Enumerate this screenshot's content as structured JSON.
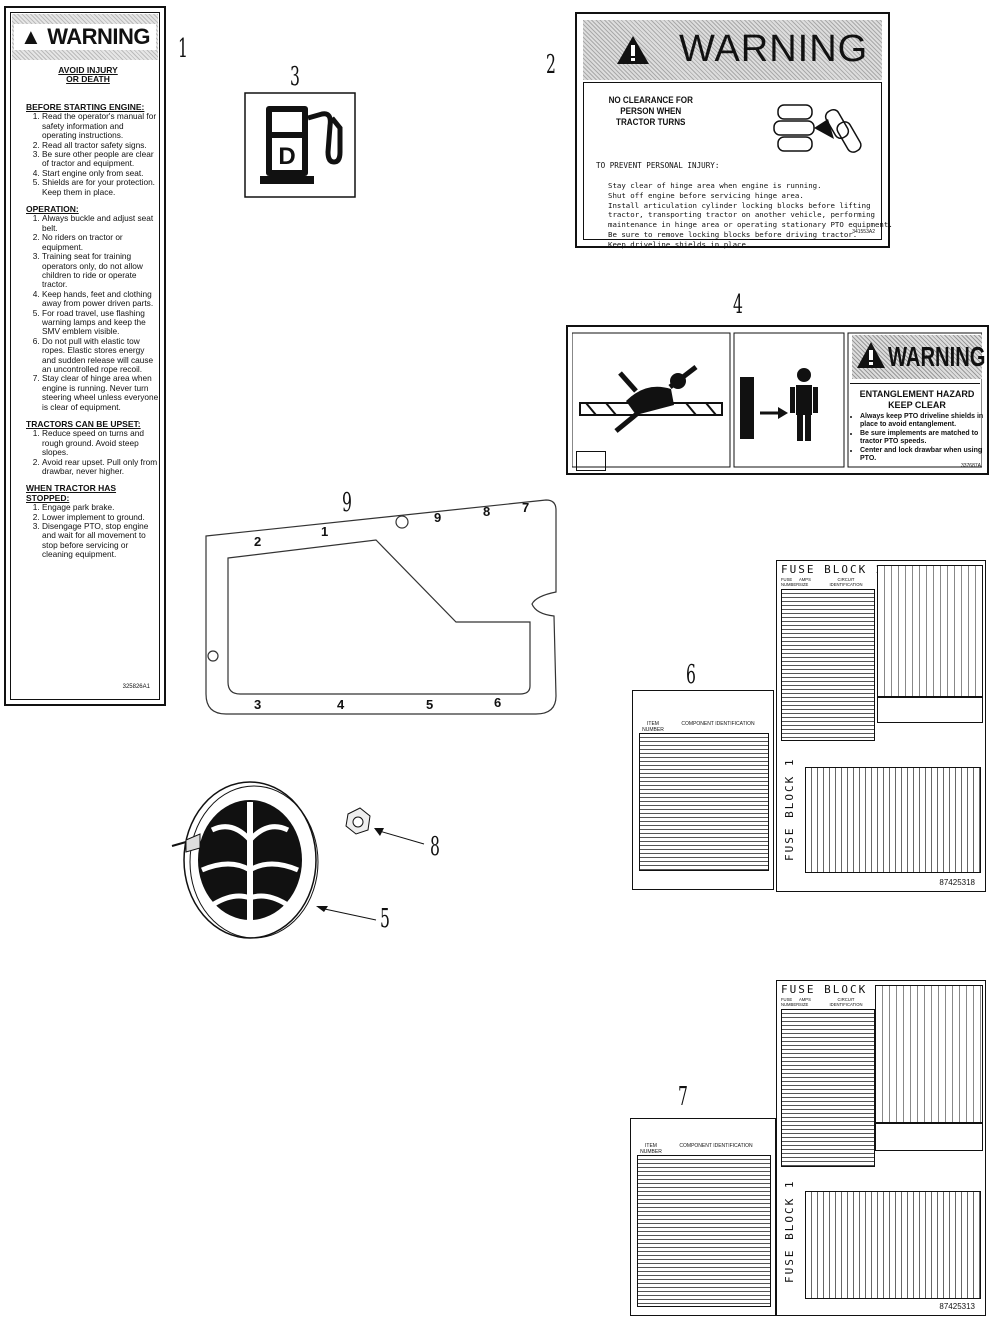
{
  "callouts": {
    "c1": "1",
    "c2": "2",
    "c3": "3",
    "c4": "4",
    "c5": "5",
    "c6": "6",
    "c7": "7",
    "c8": "8",
    "c9": "9"
  },
  "decal1": {
    "heading": "WARNING",
    "title_line1": "AVOID INJURY",
    "title_line2": "OR DEATH",
    "sections": [
      {
        "heading": "BEFORE STARTING ENGINE:",
        "items": [
          "Read the operator's manual for safety information and operating instructions.",
          "Read all tractor safety signs.",
          "Be sure other people are clear of tractor and equipment.",
          "Start engine only from seat.",
          "Shields are for your protection. Keep them in place."
        ]
      },
      {
        "heading": "OPERATION:",
        "items": [
          "Always buckle and adjust seat belt.",
          "No riders on tractor or equipment.",
          "Training seat for training operators only, do not allow children to ride or operate tractor.",
          "Keep hands, feet and clothing away from power driven parts.",
          "For road travel, use flashing warning lamps and keep the SMV emblem visible.",
          "Do not pull with elastic tow ropes. Elastic stores energy and sudden release will cause an uncontrolled rope recoil.",
          "Stay clear of hinge area when engine is running. Never turn steering wheel unless everyone is clear of equipment."
        ]
      },
      {
        "heading": "TRACTORS CAN BE UPSET:",
        "items": [
          "Reduce speed on turns and rough ground. Avoid steep slopes.",
          "Avoid rear upset. Pull only from drawbar, never higher."
        ]
      },
      {
        "heading": "WHEN TRACTOR HAS STOPPED:",
        "items": [
          "Engage park brake.",
          "Lower implement to ground.",
          "Disengage PTO, stop engine and wait for all movement to stop before servicing or cleaning equipment."
        ]
      }
    ],
    "part_no": "325826A1"
  },
  "decal3": {
    "letter": "D"
  },
  "decal2": {
    "heading": "WARNING",
    "box_text": "NO CLEARANCE FOR PERSON WHEN TRACTOR TURNS",
    "lead": "TO PREVENT PERSONAL INJURY:",
    "lines": [
      "Stay clear of hinge area when engine is running.",
      "Shut off engine before servicing hinge area.",
      "Install articulation cylinder locking blocks before lifting",
      "tractor, transporting tractor on another vehicle, performing",
      "maintenance in hinge area or operating stationary PTO equipment.",
      "Be sure to remove locking blocks before driving tractor.",
      "Keep driveline shields in place."
    ],
    "part_no": "341553A2"
  },
  "decal4": {
    "heading": "WARNING",
    "hazard_line1": "ENTANGLEMENT HAZARD",
    "hazard_line2": "KEEP CLEAR",
    "bullets": [
      "Always keep PTO driveline shields in place to avoid entanglement.",
      "Be sure implements are matched to tractor PTO speeds.",
      "Center and lock drawbar when using PTO."
    ],
    "part_no": "337687A"
  },
  "gasket_numbers": [
    "1",
    "2",
    "3",
    "4",
    "5",
    "6",
    "7",
    "8",
    "9"
  ],
  "fuse6": {
    "block2_title": "FUSE BLOCK 2",
    "block1_title": "FUSE BLOCK 1",
    "col_fuse": "FUSE NUMBER",
    "col_amp": "AMPS SIZE",
    "col_circuit": "CIRCUIT IDENTIFICATION",
    "item_col": "ITEM NUMBER",
    "comp_col": "COMPONENT IDENTIFICATION",
    "part_no": "87425318"
  },
  "fuse7": {
    "block2_title": "FUSE BLOCK 2",
    "block1_title": "FUSE BLOCK 1",
    "col_fuse": "FUSE NUMBER",
    "col_amp": "AMPS SIZE",
    "col_circuit": "CIRCUIT IDENTIFICATION",
    "item_col": "ITEM NUMBER",
    "comp_col": "COMPONENT IDENTIFICATION",
    "part_no": "87425313"
  }
}
